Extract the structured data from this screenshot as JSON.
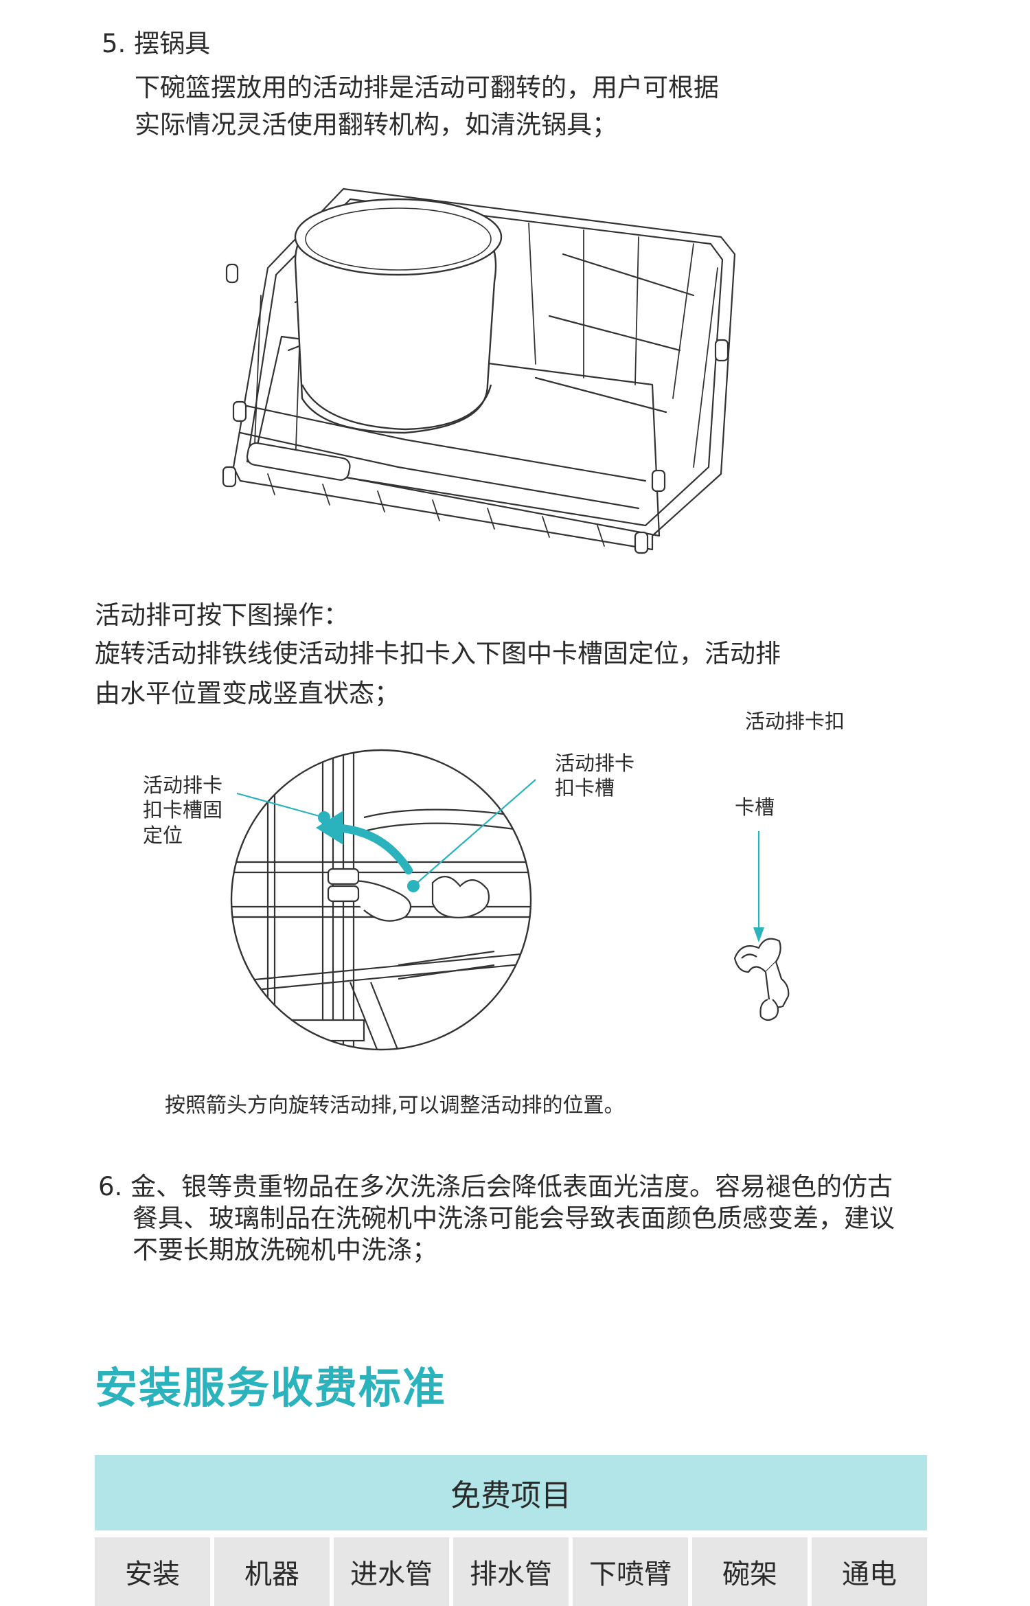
{
  "section5": {
    "heading": "5. 摆锅具",
    "line1": "下碗篮摆放用的活动排是活动可翻转的，用户可根据",
    "line2": "实际情况灵活使用翻转机构，如清洗锅具；"
  },
  "instructions": {
    "line1": "活动排可按下图操作：",
    "line2": "旋转活动排铁线使活动排卡扣卡入下图中卡槽固定位，活动排",
    "line3": "由水平位置变成竖直状态；"
  },
  "diagram": {
    "label_left": "活动排卡\n扣卡槽固\n定位",
    "label_mid": "活动排卡\n扣卡槽",
    "label_clip": "活动排卡扣",
    "label_slot": "卡槽",
    "caption": "按照箭头方向旋转活动排,可以调整活动排的位置。"
  },
  "section6": {
    "line1": "6. 金、银等贵重物品在多次洗涤后会降低表面光洁度。容易褪色的仿古",
    "line2": "餐具、玻璃制品在洗碗机中洗涤可能会导致表面颜色质感变差，建议",
    "line3": "不要长期放洗碗机中洗涤；"
  },
  "install": {
    "title": "安装服务收费标准",
    "table_header": "免费项目",
    "items": [
      "安装",
      "机器",
      "进水管",
      "排水管",
      "下喷臂",
      "碗架",
      "通电"
    ]
  },
  "colors": {
    "accent": "#2ab2bd",
    "table_header_bg": "#b1e5e7",
    "cell_bg": "#e6e6e6"
  }
}
